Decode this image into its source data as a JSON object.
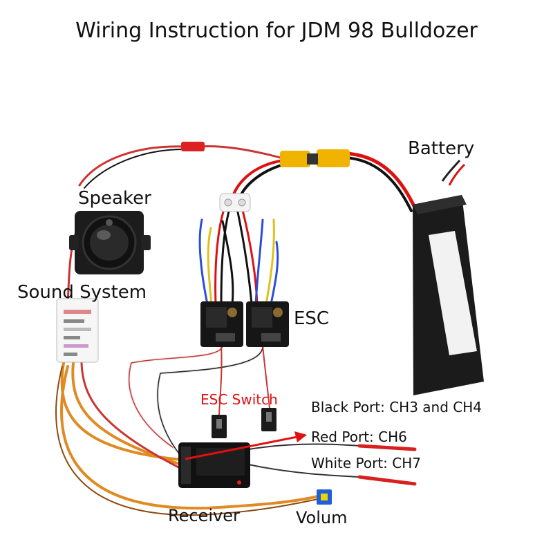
{
  "title": "Wiring Instruction for JDM 98 Bulldozer",
  "labels": {
    "battery": "Battery",
    "speaker": "Speaker",
    "sound_system": "Sound System",
    "esc": "ESC",
    "esc_switch": "ESC Switch",
    "black_port": "Black Port: CH3 and CH4",
    "red_port": "Red Port: CH6",
    "white_port": "White Port: CH7",
    "receiver": "Receiver",
    "volum": "Volum"
  },
  "colors": {
    "accent_red": "#e01010",
    "wire_red": "#c81818",
    "wire_orange": "#e08a22",
    "battery_body": "#1b1b1b",
    "connector_yellow": "#f0b400"
  }
}
